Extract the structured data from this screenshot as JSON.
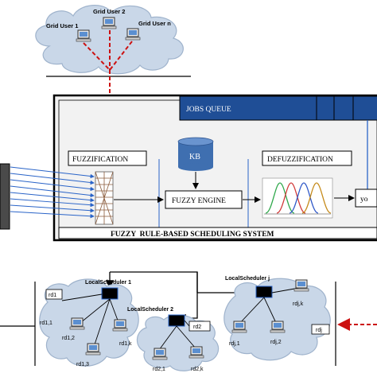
{
  "grid_users": {
    "user1": "Grid User 1",
    "user2": "Grid User 2",
    "usern": "Grid User n"
  },
  "jobs_queue": {
    "label": "JOBS QUEUE"
  },
  "fuzzy_system": {
    "title": "FUZZY  RULE-BASED SCHEDULING SYSTEM",
    "fuzzification": "FUZZIFICATION",
    "kb": "KB",
    "fuzzy_engine": "FUZZY ENGINE",
    "defuzzification": "DEFUZZIFICATION",
    "output": "yo"
  },
  "local_schedulers": {
    "ls1": "LocalScheduler 1",
    "ls2": "LocalScheduler 2",
    "lsj": "LocalScheduler j"
  },
  "resource_labels": {
    "rd1": "rd1",
    "rd2": "rd2",
    "rdj": "rdj",
    "rd1_1": "rd1,1",
    "rd1_2": "rd1,2",
    "rd1_3": "rd1,3",
    "rd1_k": "rd1,k",
    "rd2_1": "rd2,1",
    "rd2_k": "rd2,k",
    "rdj_1": "rdj,1",
    "rdj_2": "rdj,2",
    "rdj_k": "rdj,k"
  },
  "colors": {
    "cloud": "#c9d7e8",
    "cloud_stroke": "#9fb3cc",
    "jobs_queue_fill": "#1f4e96",
    "kb_fill": "#3f6fb0",
    "dashed_red": "#cc1111",
    "blue_arrow": "#2a64c8",
    "scheduler_box": "#000000"
  }
}
